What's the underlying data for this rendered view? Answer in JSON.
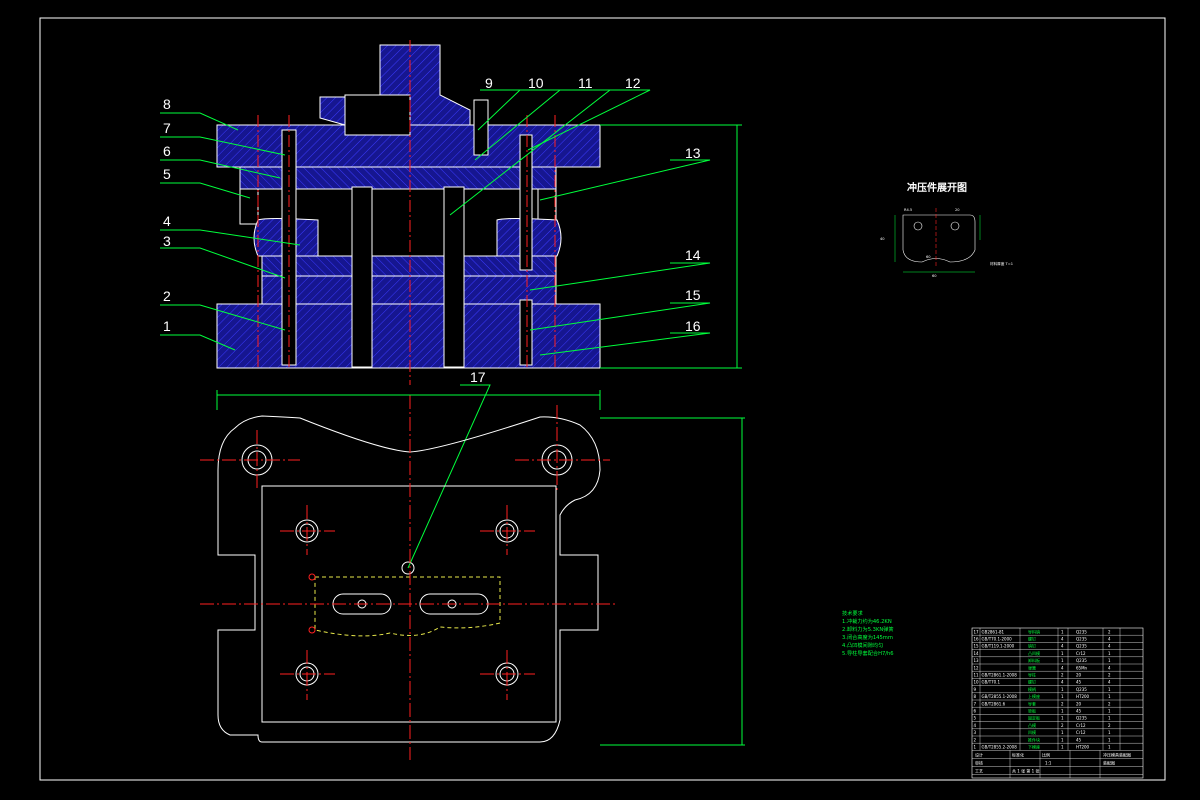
{
  "drawing": {
    "part_numbers": [
      "1",
      "2",
      "3",
      "4",
      "5",
      "6",
      "7",
      "8",
      "9",
      "10",
      "11",
      "12",
      "13",
      "14",
      "15",
      "16",
      "17"
    ],
    "blank_title": "冲压件展开图",
    "blank_note": "材料厚度 T=1",
    "blank_dims": [
      "R4.5",
      "60",
      "40",
      "20",
      "60"
    ],
    "tech_requirements": {
      "heading": "技术要求",
      "items": [
        "1.冲裁力约为46.2KN",
        "2.卸料力为5.3KN弹簧",
        "3.闭合高度为145mm",
        "4.凸凹模间隙均匀",
        "5.导柱导套配合H7/h6"
      ]
    },
    "parts_table": {
      "rows": [
        [
          "17",
          "GB2861-81",
          "导料销",
          "1",
          "Q235",
          "2"
        ],
        [
          "16",
          "GB/T70.1-2000",
          "螺钉",
          "4",
          "Q235",
          "4"
        ],
        [
          "15",
          "GB/T119.1-2000",
          "销钉",
          "4",
          "Q235",
          "4"
        ],
        [
          "14",
          "",
          "凸凹模",
          "1",
          "Cr12",
          "1"
        ],
        [
          "13",
          "",
          "卸料板",
          "1",
          "Q235",
          "1"
        ],
        [
          "12",
          "",
          "弹簧",
          "4",
          "65Mn",
          "4"
        ],
        [
          "11",
          "GB/T2861.1-2008",
          "导柱",
          "2",
          "20",
          "2"
        ],
        [
          "10",
          "GB/T70.1",
          "螺钉",
          "4",
          "45",
          "4"
        ],
        [
          "9",
          "",
          "模柄",
          "1",
          "Q235",
          "1"
        ],
        [
          "8",
          "GB/T2855.1-2008",
          "上模座",
          "1",
          "HT200",
          "1"
        ],
        [
          "7",
          "GB/T2861.6",
          "导套",
          "2",
          "20",
          "2"
        ],
        [
          "6",
          "",
          "垫板",
          "1",
          "45",
          "1"
        ],
        [
          "5",
          "",
          "固定板",
          "1",
          "Q235",
          "1"
        ],
        [
          "4",
          "",
          "凸模",
          "2",
          "Cr12",
          "2"
        ],
        [
          "3",
          "",
          "凹模",
          "1",
          "Cr12",
          "1"
        ],
        [
          "2",
          "",
          "推件块",
          "1",
          "45",
          "1"
        ],
        [
          "1",
          "GB/T2855.2-2008",
          "下模座",
          "1",
          "HT200",
          "1"
        ]
      ],
      "footer_labels": [
        "设计",
        "审核",
        "工艺",
        "标准化",
        "比例",
        "1:1",
        "共 1 张 第 1 张"
      ],
      "title_block": [
        "冲压模具装配图",
        "装配图"
      ]
    }
  },
  "colors": {
    "background": "#000000",
    "outline": "#ffffff",
    "hatch": "#2a2aff",
    "centerline": "#ff2020",
    "leader": "#00ff3c",
    "dimension": "#00ff3c",
    "label": "#ffffff"
  },
  "icons": [
    "die-assembly-section-view",
    "die-top-plan-view",
    "blank-development-view"
  ]
}
